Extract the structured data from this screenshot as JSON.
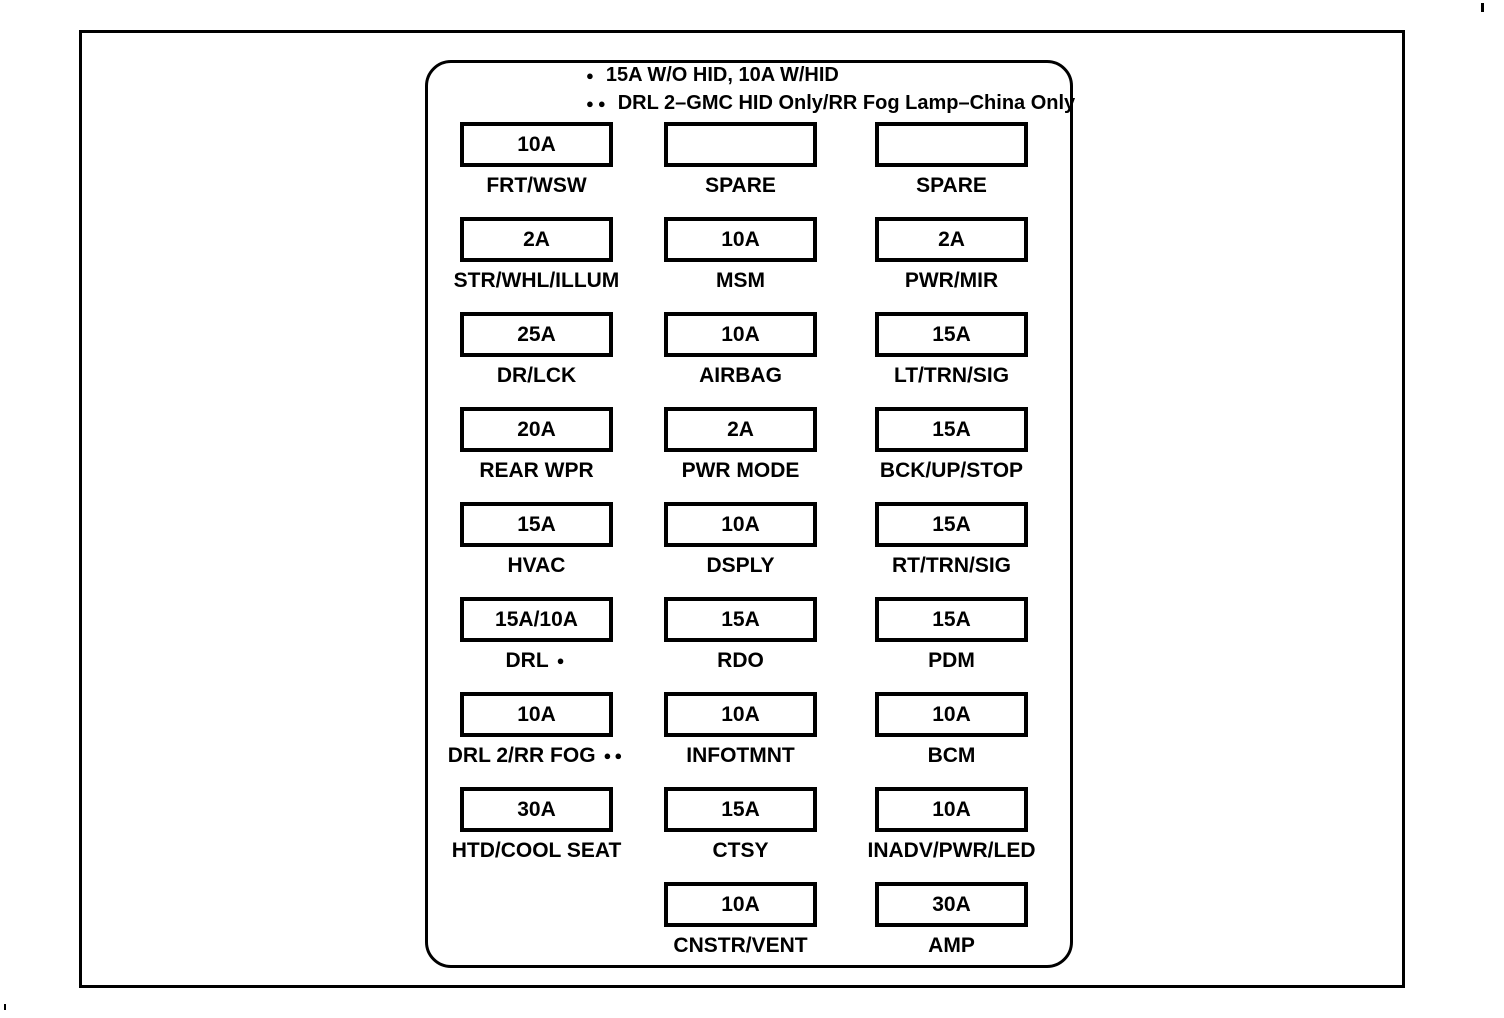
{
  "page": {
    "background": "#ffffff",
    "ink": "#000000"
  },
  "notes": [
    {
      "marker": "●",
      "text": "15A W/O HID, 10A W/HID"
    },
    {
      "marker": "●●",
      "text": "DRL 2–GMC HID Only/RR Fog Lamp–China Only"
    }
  ],
  "fuses": [
    {
      "row": 1,
      "col": 1,
      "amp": "10A",
      "label": "FRT/WSW"
    },
    {
      "row": 1,
      "col": 2,
      "amp": "",
      "label": "SPARE"
    },
    {
      "row": 1,
      "col": 3,
      "amp": "",
      "label": "SPARE"
    },
    {
      "row": 2,
      "col": 1,
      "amp": "2A",
      "label": "STR/WHL/ILLUM"
    },
    {
      "row": 2,
      "col": 2,
      "amp": "10A",
      "label": "MSM"
    },
    {
      "row": 2,
      "col": 3,
      "amp": "2A",
      "label": "PWR/MIR"
    },
    {
      "row": 3,
      "col": 1,
      "amp": "25A",
      "label": "DR/LCK"
    },
    {
      "row": 3,
      "col": 2,
      "amp": "10A",
      "label": "AIRBAG"
    },
    {
      "row": 3,
      "col": 3,
      "amp": "15A",
      "label": "LT/TRN/SIG"
    },
    {
      "row": 4,
      "col": 1,
      "amp": "20A",
      "label": "REAR WPR"
    },
    {
      "row": 4,
      "col": 2,
      "amp": "2A",
      "label": "PWR MODE"
    },
    {
      "row": 4,
      "col": 3,
      "amp": "15A",
      "label": "BCK/UP/STOP"
    },
    {
      "row": 5,
      "col": 1,
      "amp": "15A",
      "label": "HVAC"
    },
    {
      "row": 5,
      "col": 2,
      "amp": "10A",
      "label": "DSPLY"
    },
    {
      "row": 5,
      "col": 3,
      "amp": "15A",
      "label": "RT/TRN/SIG"
    },
    {
      "row": 6,
      "col": 1,
      "amp": "15A/10A",
      "label": "DRL",
      "marker": "●"
    },
    {
      "row": 6,
      "col": 2,
      "amp": "15A",
      "label": "RDO"
    },
    {
      "row": 6,
      "col": 3,
      "amp": "15A",
      "label": "PDM"
    },
    {
      "row": 7,
      "col": 1,
      "amp": "10A",
      "label": "DRL 2/RR FOG",
      "marker": "●●"
    },
    {
      "row": 7,
      "col": 2,
      "amp": "10A",
      "label": "INFOTMNT"
    },
    {
      "row": 7,
      "col": 3,
      "amp": "10A",
      "label": "BCM"
    },
    {
      "row": 8,
      "col": 1,
      "amp": "30A",
      "label": "HTD/COOL SEAT"
    },
    {
      "row": 8,
      "col": 2,
      "amp": "15A",
      "label": "CTSY"
    },
    {
      "row": 8,
      "col": 3,
      "amp": "10A",
      "label": "INADV/PWR/LED"
    },
    {
      "row": 9,
      "col": 2,
      "amp": "10A",
      "label": "CNSTR/VENT"
    },
    {
      "row": 9,
      "col": 3,
      "amp": "30A",
      "label": "AMP"
    }
  ]
}
